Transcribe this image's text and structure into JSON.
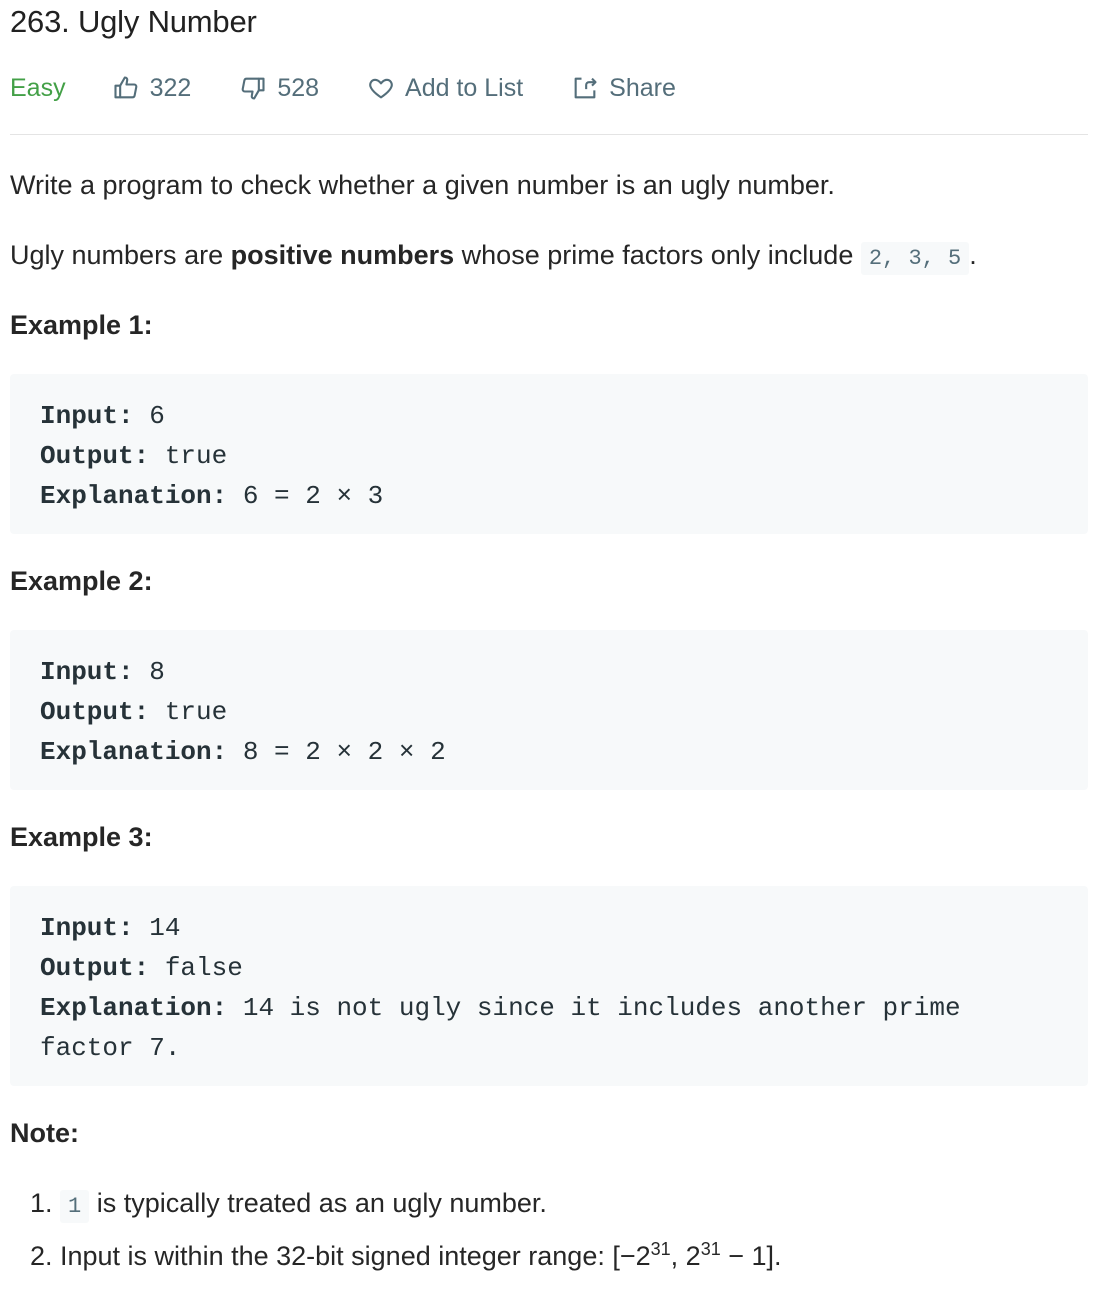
{
  "problem": {
    "title": "263. Ugly Number",
    "difficulty": "Easy",
    "likes": "322",
    "dislikes": "528",
    "add_to_list": "Add to List",
    "share": "Share"
  },
  "description": {
    "line1": "Write a program to check whether a given number is an ugly number.",
    "line2_pre": "Ugly numbers are ",
    "line2_bold": "positive numbers",
    "line2_mid": " whose prime factors only include ",
    "line2_code": "2, 3, 5",
    "line2_post": "."
  },
  "examples": [
    {
      "heading": "Example 1:",
      "input_label": "Input:",
      "input": " 6",
      "output_label": "Output:",
      "output": " true",
      "explanation_label": "Explanation:",
      "explanation": " 6 = 2 × 3"
    },
    {
      "heading": "Example 2:",
      "input_label": "Input:",
      "input": " 8",
      "output_label": "Output:",
      "output": " true",
      "explanation_label": "Explanation:",
      "explanation": " 8 = 2 × 2 × 2"
    },
    {
      "heading": "Example 3:",
      "input_label": "Input:",
      "input": " 14",
      "output_label": "Output:",
      "output": " false",
      "explanation_label": "Explanation:",
      "explanation": " 14 is not ugly since it includes another prime\nfactor 7."
    }
  ],
  "note": {
    "heading": "Note:",
    "item1_code": "1",
    "item1_text": " is typically treated as an ugly number.",
    "item2_pre": "Input is within the 32-bit signed integer range: [−2",
    "item2_sup1": "31",
    "item2_mid": ",  2",
    "item2_sup2": "31",
    "item2_post": " − 1]."
  },
  "icons": {
    "like": "thumbs-up-icon",
    "dislike": "thumbs-down-icon",
    "add_to_list": "heart-icon",
    "share": "share-icon"
  },
  "colors": {
    "difficulty_easy": "#43a047",
    "meta_text": "#546e7a",
    "code_bg": "#f7f9fa"
  }
}
